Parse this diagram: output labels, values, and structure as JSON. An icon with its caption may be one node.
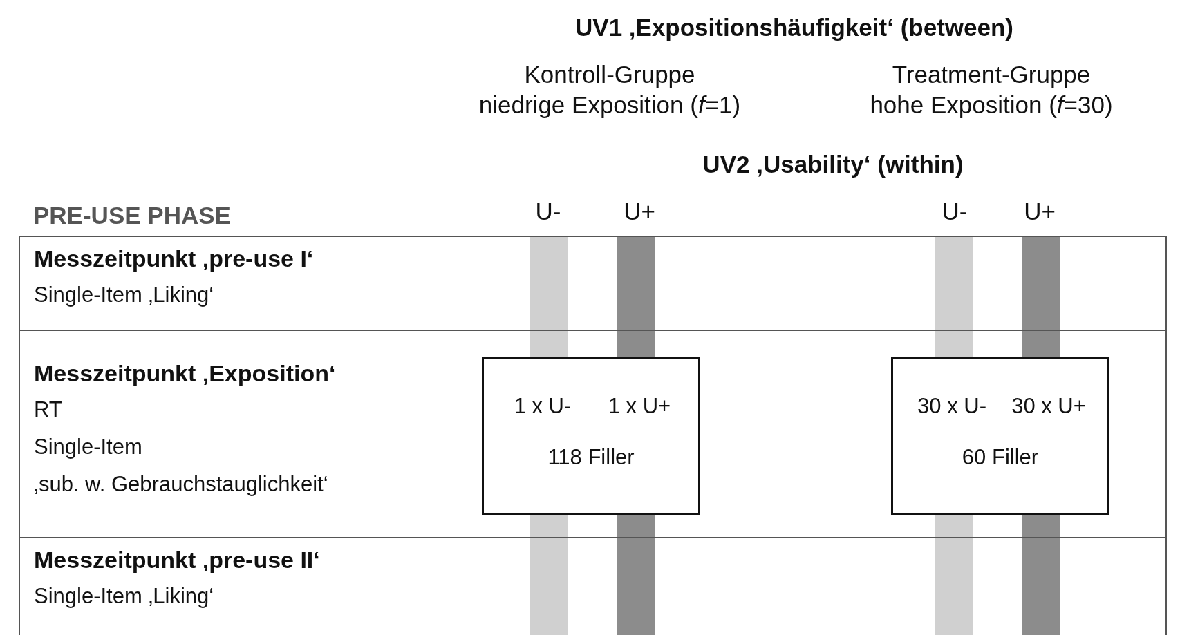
{
  "diagram": {
    "title": "UV1 ‚Expositionshäufigkeit‘ (between)",
    "nodes": [
      {
        "text": [
          "PRE-USE PHASE"
        ]
      },
      {
        "text": [
          "Messzeitpunkt ‚pre-use I‘",
          "Single-Item ‚Liking‘"
        ],
        "in": 0
      },
      {
        "text": [
          "Messzeitpunkt ‚Exposition‘",
          "RT",
          "Single-Item",
          "‚sub. w. Gebrauchstauglichkeit‘"
        ],
        "in": 0
      },
      {
        "text": [
          "1 x U-",
          "1 x U+",
          "118 Filler"
        ],
        "in": 2
      },
      {
        "text": [
          "30 x U-",
          "30 x U+",
          "60 Filler"
        ],
        "in": 2
      },
      {
        "text": [
          "Messzeitpunkt ‚pre-use II‘",
          "Single-Item ‚Liking‘"
        ],
        "in": 0
      }
    ],
    "edges": [],
    "labels": [
      "Kontroll-Gruppe",
      "Treatment-Gruppe",
      "niedrige Exposition (*f*=1)",
      "hohe Exposition (*f*=30)",
      "UV2 ‚Usability‘ (within)",
      "U-",
      "U+",
      "U-",
      "U+"
    ]
  }
}
